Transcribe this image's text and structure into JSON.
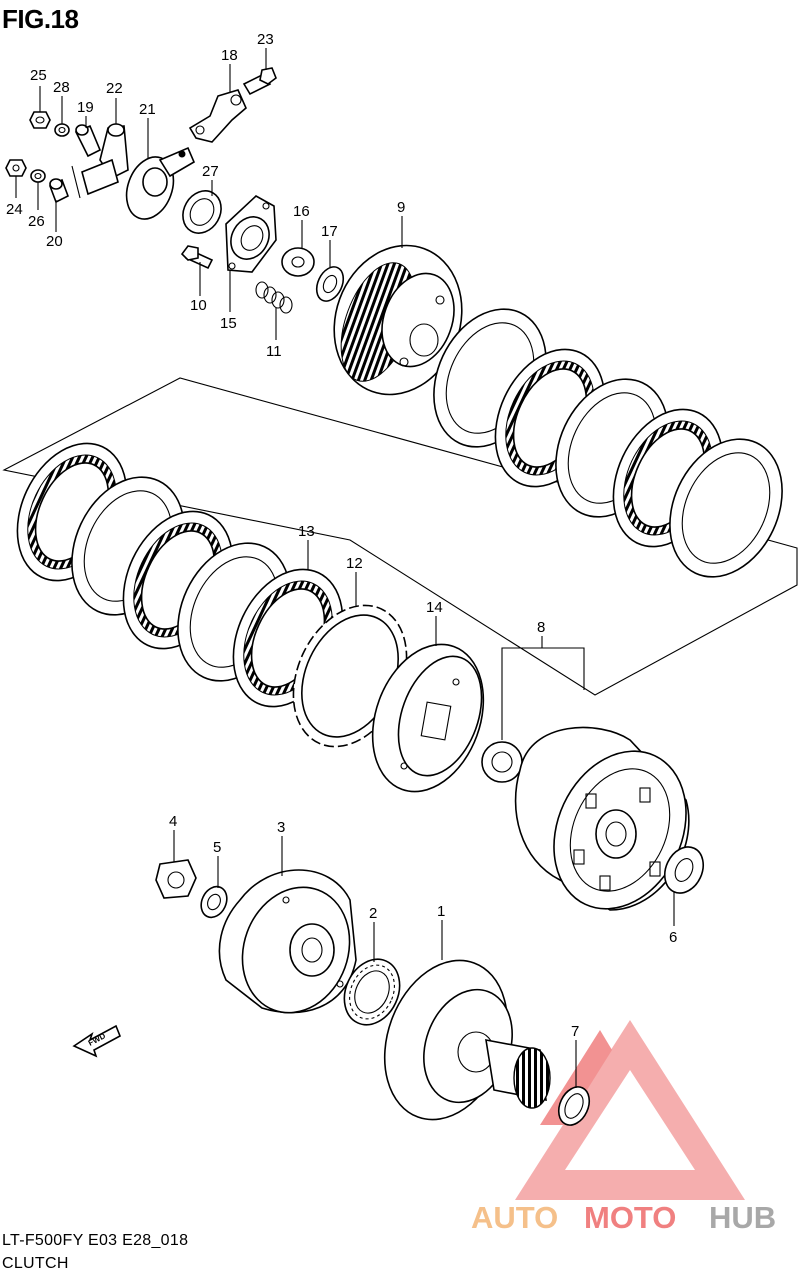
{
  "figure": {
    "title": "FIG.18",
    "model_code": "LT-F500FY E03 E28_018",
    "section": "CLUTCH"
  },
  "watermark": {
    "brand_parts": [
      "AUTO",
      "MOTO",
      "HUB"
    ],
    "colors": {
      "auto": "#f5c08a",
      "moto": "#f08080",
      "hub": "#a8a8a8",
      "logo": "#f4a0a0"
    }
  },
  "fwd_label": "FWD",
  "callouts": [
    {
      "id": "25",
      "label": "25"
    },
    {
      "id": "28",
      "label": "28"
    },
    {
      "id": "19",
      "label": "19"
    },
    {
      "id": "22",
      "label": "22"
    },
    {
      "id": "21",
      "label": "21"
    },
    {
      "id": "18",
      "label": "18"
    },
    {
      "id": "23",
      "label": "23"
    },
    {
      "id": "24",
      "label": "24"
    },
    {
      "id": "26",
      "label": "26"
    },
    {
      "id": "20",
      "label": "20"
    },
    {
      "id": "27",
      "label": "27"
    },
    {
      "id": "10",
      "label": "10"
    },
    {
      "id": "15",
      "label": "15"
    },
    {
      "id": "16",
      "label": "16"
    },
    {
      "id": "17",
      "label": "17"
    },
    {
      "id": "11",
      "label": "11"
    },
    {
      "id": "9",
      "label": "9"
    },
    {
      "id": "13",
      "label": "13"
    },
    {
      "id": "12",
      "label": "12"
    },
    {
      "id": "14",
      "label": "14"
    },
    {
      "id": "8",
      "label": "8"
    },
    {
      "id": "4",
      "label": "4"
    },
    {
      "id": "5",
      "label": "5"
    },
    {
      "id": "3",
      "label": "3"
    },
    {
      "id": "2",
      "label": "2"
    },
    {
      "id": "1",
      "label": "1"
    },
    {
      "id": "6",
      "label": "6"
    },
    {
      "id": "7",
      "label": "7"
    }
  ]
}
